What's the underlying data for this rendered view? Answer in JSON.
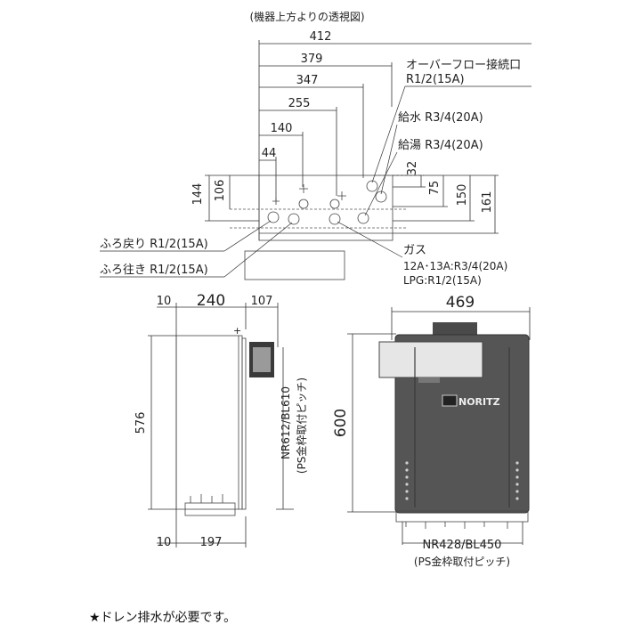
{
  "top_view": {
    "caption": "(機器上方よりの透視図)",
    "dims": {
      "d412": "412",
      "d379": "379",
      "d347": "347",
      "d255": "255",
      "d140": "140",
      "d44": "44",
      "d144": "144",
      "d106": "106",
      "d32": "32",
      "d75": "75",
      "d150": "150",
      "d161": "161"
    },
    "labels": {
      "overflow": "オーバーフロー接続口",
      "overflow_size": "R1/2(15A)",
      "water_supply": "給水 R3/4(20A)",
      "hot_water": "給湯 R3/4(20A)",
      "bath_return": "ふろ戻り R1/2(15A)",
      "bath_supply": "ふろ往き R1/2(15A)",
      "gas": "ガス",
      "gas_spec1": "12A･13A:R3/4(20A)",
      "gas_spec2": "LPG:R1/2(15A)"
    }
  },
  "side_view": {
    "dims": {
      "d10_top": "10",
      "d240": "240",
      "d107": "107",
      "d576": "576",
      "d10_bottom": "10",
      "d197": "197"
    },
    "pitch": "NR612/BL610",
    "pitch_note": "(PS金枠取付ピッチ)"
  },
  "front_view": {
    "dims": {
      "d469": "469",
      "d600": "600"
    },
    "brand": "NORITZ",
    "pitch": "NR428/BL450",
    "pitch_note": "(PS金枠取付ピッチ)"
  },
  "footnote": "★ドレン排水が必要です。"
}
